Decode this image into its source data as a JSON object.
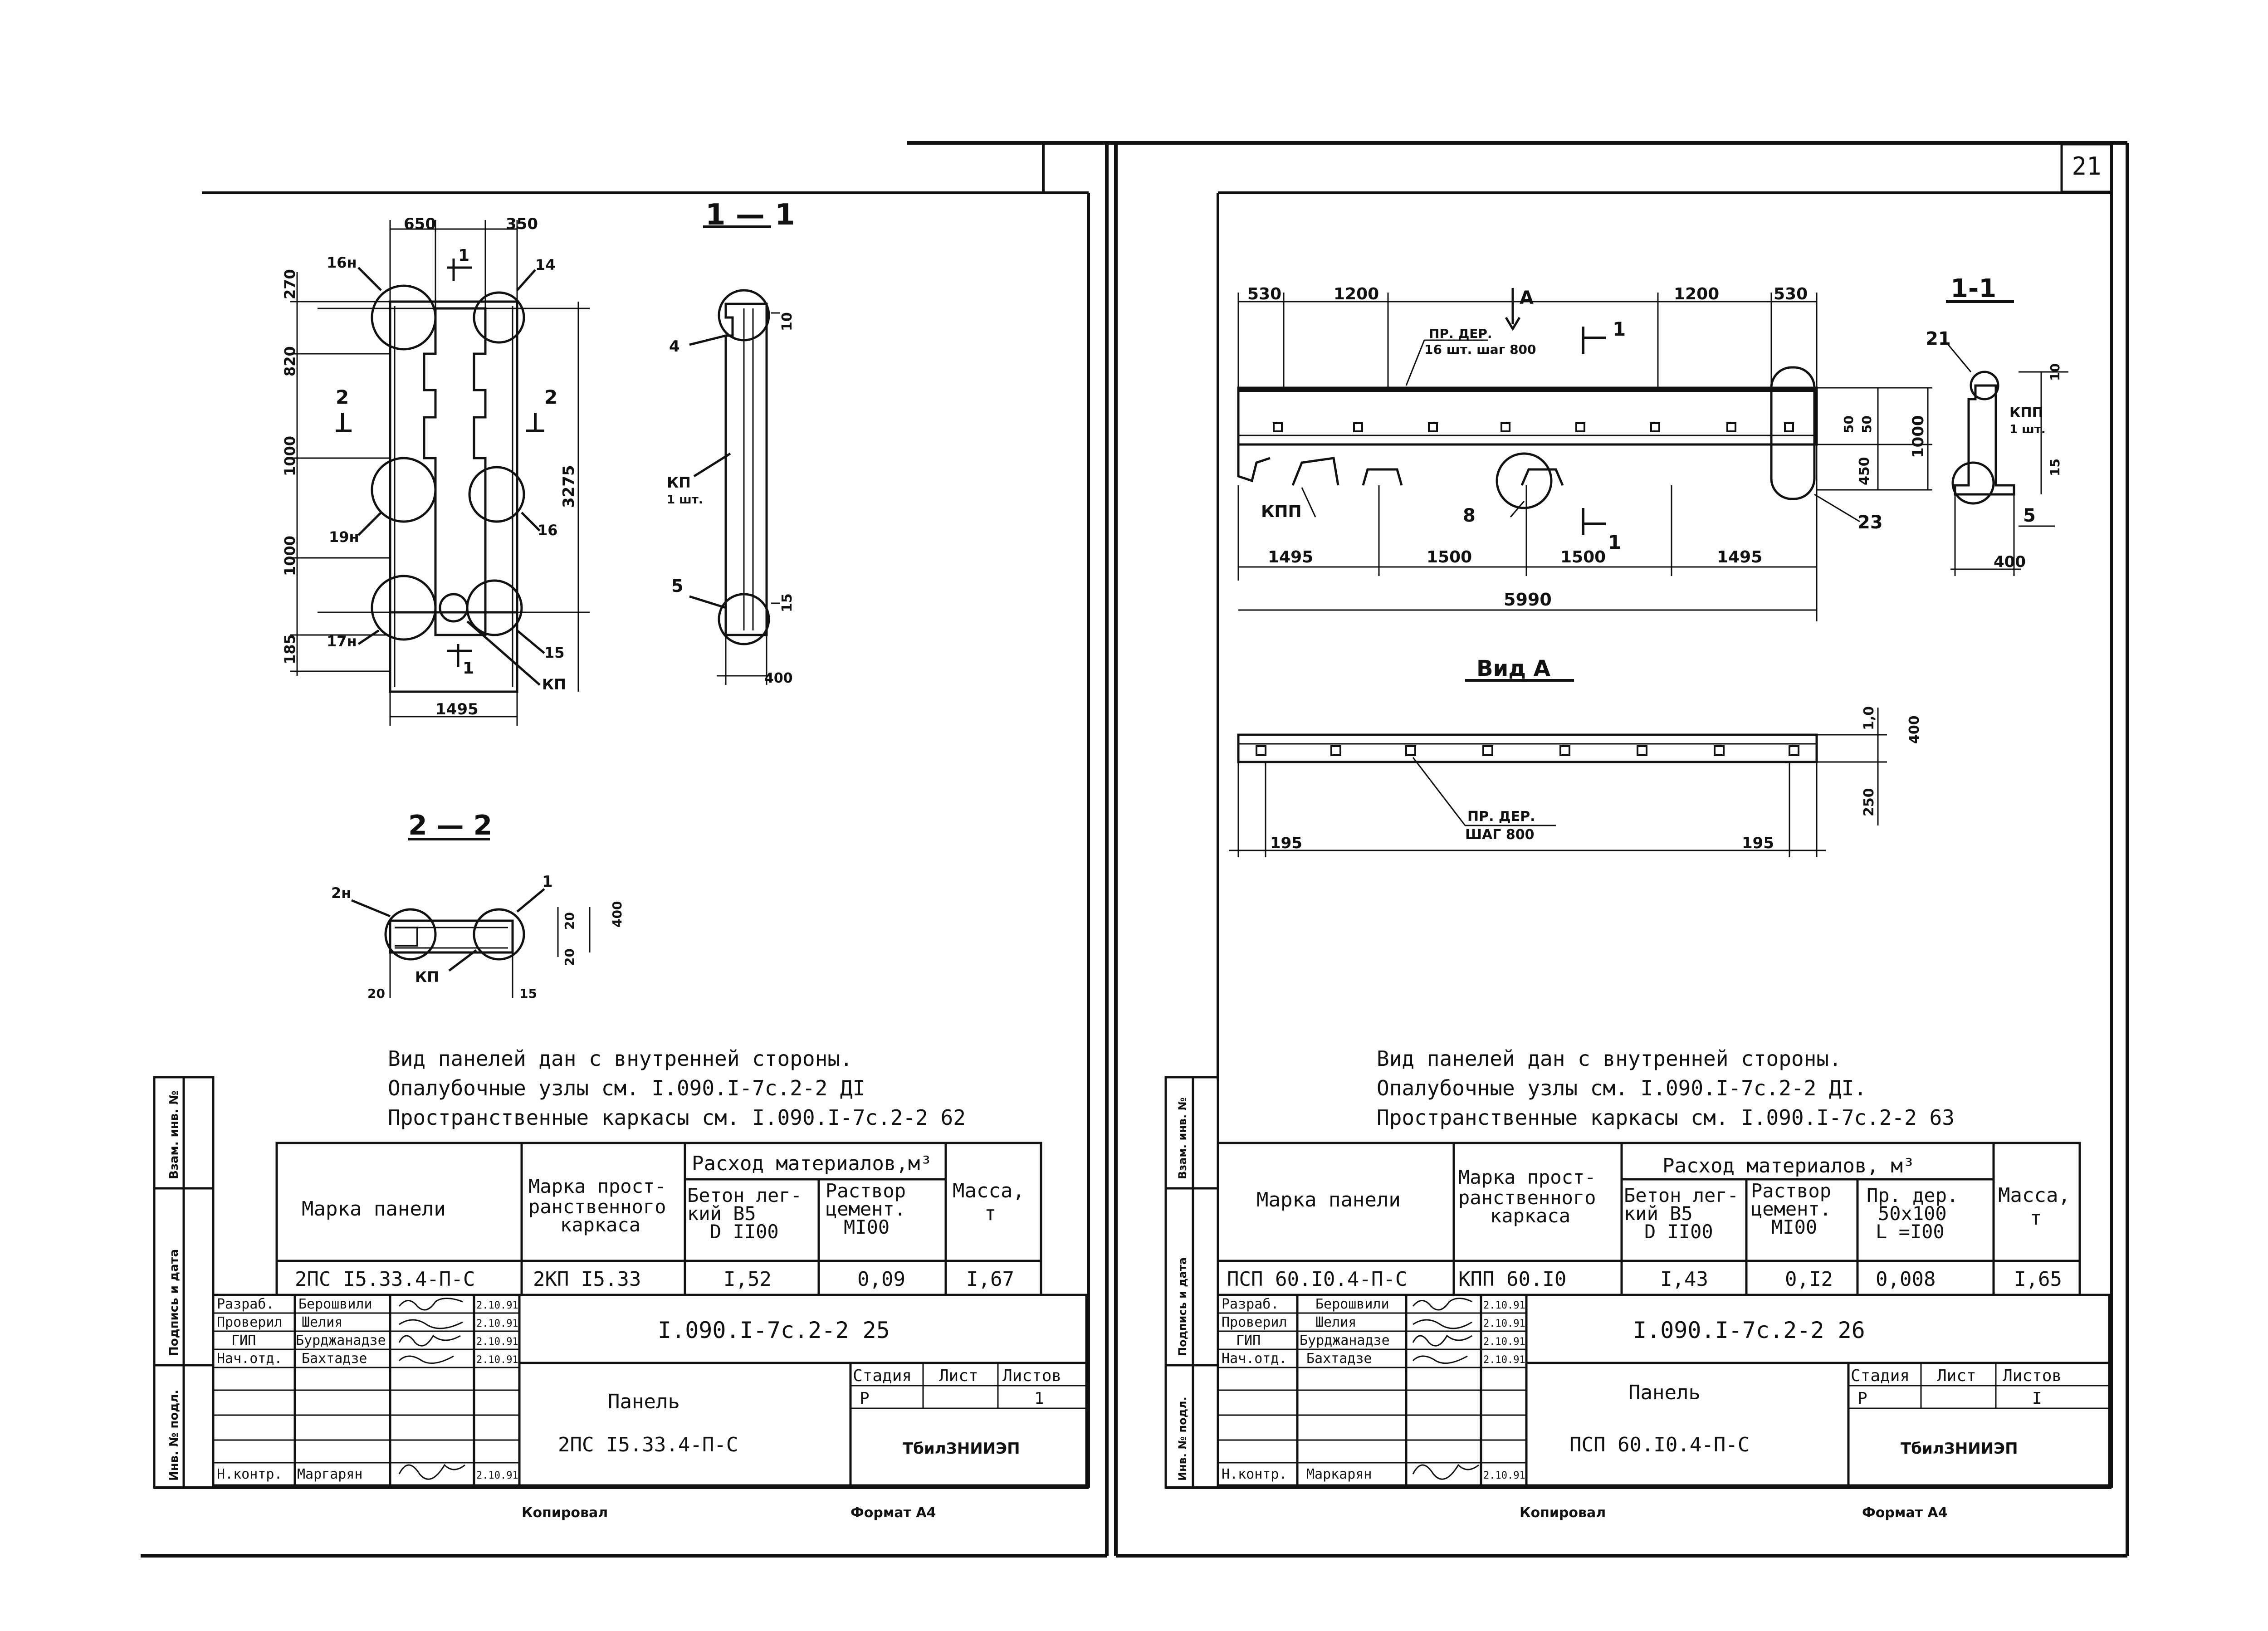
{
  "page_number": "21",
  "left": {
    "dims_top": [
      "650",
      "350"
    ],
    "dims_left": [
      "270",
      "820",
      "1000",
      "1000",
      "185"
    ],
    "dim_right": "3275",
    "dim_bottom": "1495",
    "node_labels": [
      "16н",
      "14",
      "19н",
      "16",
      "17н",
      "15",
      "КП"
    ],
    "section_1_title": "1 — 1",
    "section_1_labels": [
      "4",
      "КП",
      "1 шт.",
      "5",
      "10",
      "15",
      "400"
    ],
    "section_1_markers": [
      "1",
      "1"
    ],
    "section_2_markers": [
      "2",
      "2"
    ],
    "section_2_title": "2 — 2",
    "section_2_labels": [
      "2н",
      "1",
      "КП",
      "20",
      "20",
      "15",
      "20",
      "400"
    ],
    "notes": [
      "Вид панелей дан с внутренней стороны.",
      "Опалубочные узлы см. I.090.I-7с.2-2 ДI",
      "Пространственные каркасы см. I.090.I-7с.2-2 62"
    ],
    "spec": {
      "col_mark": "Марка панели",
      "col_frame": "Марка прост-\nранственного\nкаркаса",
      "col_materials": "Расход материалов,м³",
      "col_concrete": "Бетон лег-\nкий В5\nD II00",
      "col_mortar": "Раствор\nцемент.\nМI00",
      "col_mass": "Масса,\nт",
      "row": [
        "2ПС I5.33.4-П-С",
        "2КП I5.33",
        "I,52",
        "0,09",
        "I,67"
      ]
    },
    "title_block": {
      "roles": [
        "Разраб.",
        "Проверил",
        "ГИП",
        "Нач.отд.",
        "",
        "",
        "Н.контр."
      ],
      "names": [
        "Берошвили",
        "Шелия",
        "Бурджанадзе",
        "Бахтадзе",
        "",
        "",
        "Маргарян"
      ],
      "dates": [
        "2.10.91",
        "2.10.91",
        "2.10.91",
        "2.10.91",
        "",
        "",
        "2.10.91"
      ],
      "code": "I.090.I-7с.2-2 25",
      "product_title": "Панель",
      "product_mark": "2ПС I5.33.4-П-С",
      "hdr_stage": "Стадия",
      "hdr_sheet": "Лист",
      "hdr_sheets": "Листов",
      "stage": "Р",
      "sheet": "",
      "sheets": "1",
      "org": "ТбилЗНИИЭП"
    },
    "side_stamp": [
      "Взам. инв. №",
      "Подпись и дата",
      "Инв. № подл."
    ],
    "footer_copied": "Копировал",
    "footer_format": "Формат А4"
  },
  "right": {
    "dims_top": [
      "530",
      "1200",
      "1200",
      "530"
    ],
    "dims_bottom": [
      "1495",
      "1500",
      "1500",
      "1495"
    ],
    "dim_total": "5990",
    "dims_right": [
      "1000",
      "450",
      "50",
      "50"
    ],
    "callouts": [
      "ПР. ДЕР.",
      "16 шт. шаг 800",
      "А",
      "1",
      "1",
      "КПП",
      "8",
      "23"
    ],
    "section_title": "1-1",
    "section_labels": [
      "21",
      "10",
      "КПП",
      "1 шт.",
      "15",
      "5",
      "400"
    ],
    "view_title": "Вид А",
    "view_labels": [
      "ПР. ДЕР.",
      "ШАГ 800",
      "195",
      "195",
      "1,0",
      "400",
      "250"
    ],
    "notes": [
      "Вид панелей дан с внутренней стороны.",
      "Опалубочные узлы см. I.090.I-7с.2-2 ДI.",
      "Пространственные каркасы см. I.090.I-7с.2-2 63"
    ],
    "spec": {
      "col_mark": "Марка панели",
      "col_frame": "Марка прост-\nранственного\nкаркаса",
      "col_materials": "Расход материалов, м³",
      "col_concrete": "Бетон лег-\nкий В5\nD II00",
      "col_mortar": "Раствор\nцемент.\nМI00",
      "col_wood": "Пр. дер.\n50х100\nL =I00",
      "col_mass": "Масса,\nт",
      "row": [
        "ПСП 60.I0.4-П-С",
        "КПП 60.I0",
        "I,43",
        "0,I2",
        "0,008",
        "I,65"
      ]
    },
    "title_block": {
      "roles": [
        "Разраб.",
        "Проверил",
        "ГИП",
        "Нач.отд.",
        "",
        "",
        "Н.контр."
      ],
      "names": [
        "Берошвили",
        "Шелия",
        "Бурджанадзе",
        "Бахтадзе",
        "",
        "",
        "Маркарян"
      ],
      "dates": [
        "2.10.91",
        "2.10.91",
        "2.10.91",
        "2.10.91",
        "",
        "",
        "2.10.91"
      ],
      "code": "I.090.I-7с.2-2 26",
      "product_title": "Панель",
      "product_mark": "ПСП 60.I0.4-П-С",
      "hdr_stage": "Стадия",
      "hdr_sheet": "Лист",
      "hdr_sheets": "Листов",
      "stage": "Р",
      "sheet": "",
      "sheets": "I",
      "org": "ТбилЗНИИЭП"
    },
    "side_stamp": [
      "Взам. инв. №",
      "Подпись и дата",
      "Инв. № подл."
    ],
    "footer_copied": "Копировал",
    "footer_format": "Формат А4"
  }
}
